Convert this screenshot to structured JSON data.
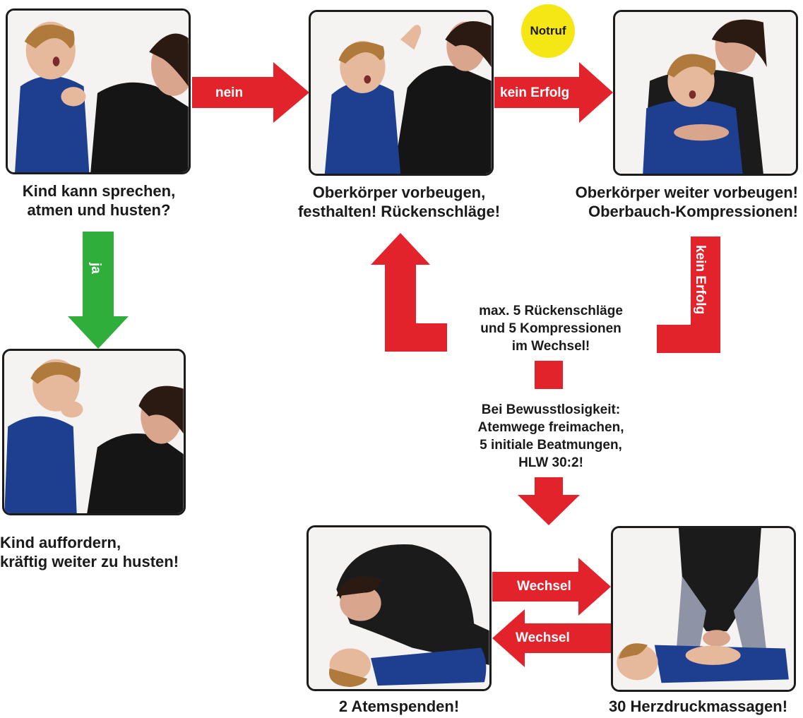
{
  "colors": {
    "red": "#e3232b",
    "green": "#2fae3c",
    "yellow": "#f5e615"
  },
  "captions": {
    "can_speak": "Kind kann sprechen,\natmen und husten?",
    "bend_forward": "Oberkörper vorbeugen,\nfesthalten! Rückenschläge!",
    "bend_further": "Oberkörper weiter vorbeugen!\nOberbauch-Kompressionen!",
    "encourage_cough": "Kind auffordern,\nkräftig weiter zu husten!",
    "rescue_breaths": "2 Atemspenden!",
    "chest_compressions": "30 Herzdruckmassagen!"
  },
  "center": {
    "alternate": "max. 5 Rückenschläge\nund 5 Kompressionen\nim Wechsel!",
    "unconscious": "Bei Bewusstlosigkeit:\nAtemwege freimachen,\n5 initiale Beatmungen,\nHLW 30:2!"
  },
  "arrows": {
    "no": "nein",
    "yes": "ja",
    "no_success_1": "kein Erfolg",
    "no_success_2": "kein Erfolg",
    "switch_1": "Wechsel",
    "switch_2": "Wechsel"
  },
  "badge": {
    "emergency_call": "Notruf"
  },
  "photos": [
    {
      "id": "child-choking",
      "icon": "choking-child-photo"
    },
    {
      "id": "back-blows",
      "icon": "back-blows-photo"
    },
    {
      "id": "abdominal-thrusts",
      "icon": "abdominal-thrusts-photo"
    },
    {
      "id": "coughing",
      "icon": "coughing-child-photo"
    },
    {
      "id": "rescue-breaths",
      "icon": "rescue-breaths-photo"
    },
    {
      "id": "cpr",
      "icon": "chest-compressions-photo"
    }
  ]
}
